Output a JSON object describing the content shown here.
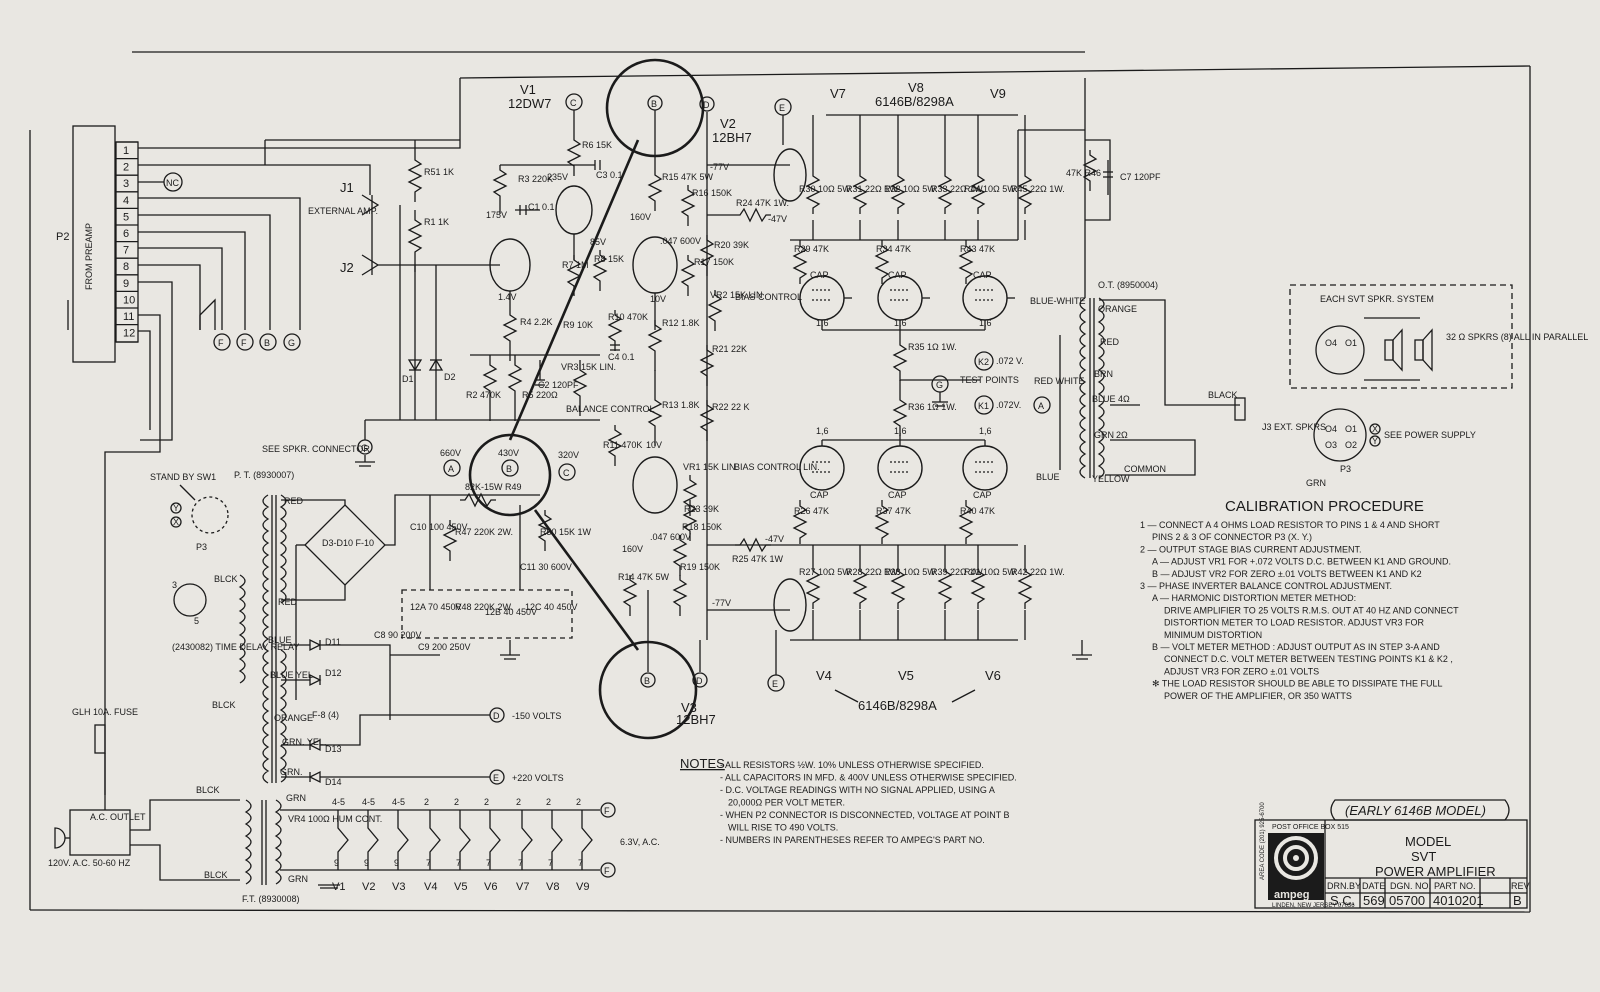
{
  "title_block": {
    "model_label": "MODEL",
    "model_name": "SVT",
    "product": "POWER AMPLIFIER",
    "handwritten_note": "(EARLY 6146B MODEL)",
    "logo_text": "ampeg",
    "box_info": "POST OFFICE BOX 515",
    "area_code": "AREA CODE (201) 925-6700",
    "location": "LINDEN, NEW JERSEY 07036",
    "headers": [
      "DRN.BY",
      "DATE",
      "DGN. NO.",
      "PART NO.",
      "REV."
    ],
    "values": [
      "S.C.",
      "569",
      "05700",
      "4010201",
      "B"
    ]
  },
  "connector": {
    "name": "P2",
    "label": "FROM PREAMP",
    "pins": [
      "1",
      "2",
      "3",
      "4",
      "5",
      "6",
      "7",
      "8",
      "9",
      "10",
      "11",
      "12"
    ],
    "nc": "NC"
  },
  "tubes": {
    "v1": {
      "ref": "V1",
      "type": "12DW7"
    },
    "v2": {
      "ref": "V2",
      "type": "12BH7"
    },
    "v3": {
      "ref": "V3",
      "type": "12BH7"
    },
    "top_group": {
      "refs": [
        "V7",
        "V8",
        "V9"
      ],
      "type": "6146B/8298A"
    },
    "bottom_group": {
      "refs": [
        "V4",
        "V5",
        "V6"
      ],
      "type": "6146B/8298A"
    }
  },
  "nodes": {
    "a": "A",
    "b": "B",
    "c": "C",
    "d": "D",
    "e": "E",
    "f": "F",
    "g": "G",
    "x": "X",
    "y": "Y",
    "k1": "K1",
    "k2": "K2"
  },
  "labels": {
    "j1": "J1",
    "j2": "J2",
    "ext_amp": "EXTERNAL AMP.",
    "r51": "R51 1K",
    "r1": "R1 1K",
    "r3": "R3 220K",
    "r6": "R6 15K",
    "r7": "R7 1M",
    "r8": "R8 15K",
    "r4": "R4 2.2K",
    "r2": "R2 470K",
    "r5": "R5 220Ω",
    "r9": "R9 10K",
    "r10": "R10 470K",
    "r12": "R12 1.8K",
    "r13": "R13 1.8K",
    "r11": "R11 470K",
    "r15": "R15 47K 5W",
    "r16": "R16 150K",
    "r17": "R17 150K",
    "r20": "R20 39K",
    "r21": "R21 22K",
    "r22": "R22 22 K",
    "r18": "R18 150K",
    "r19": "R19 150K",
    "r23": "R23 39K",
    "r14": "R14 47K 5W",
    "r24": "R24 47K 1W.",
    "r25": "R25 47K 1W",
    "r35": "R35 1Ω 1W.",
    "r36": "R36 1Ω 1W.",
    "r46": "47K R46",
    "c7": "C7 120PF",
    "v235": "235V",
    "v175": "175V",
    "v85": "85V",
    "v14": "1.4V",
    "v160": "160V",
    "v10": "10V",
    "v10b": "10V",
    "v160b": "160V",
    "m77a": "-77V",
    "m77b": "-77V",
    "m47a": "-47V",
    "m47b": "-47V",
    "c1": "C1 0.1",
    "c3": "C3 0.1",
    "c5": ".047 600V",
    "c2": "C2 120PF",
    "c4": "C4 0.1",
    "c6": ".047 600V",
    "vr1": "VR1 15K LIN.",
    "vr1_label": "BIAS CONTROL LIN.",
    "vr2": "VR2 15K LIN",
    "vr2_label": "BIAS CONTROL",
    "vr3": "VR3 15K LIN.",
    "vr3_label": "BALANCE CONTROL",
    "screen_top": [
      "R30 10Ω 5W.",
      "R31 22Ω 1W.",
      "R32 10Ω 5W.",
      "R33 22Ω 1W.",
      "R44 10Ω 5W.",
      "R45 22Ω 1W."
    ],
    "screen_bot": [
      "R27 10Ω 5W.",
      "R28 22Ω 1W.",
      "R38 10Ω 5W.",
      "R39 22Ω 1W.",
      "R41 10Ω 5W.",
      "R42 22Ω 1W."
    ],
    "grid_top": [
      "R29 47K",
      "R34 47K",
      "R43 47K"
    ],
    "grid_bot": [
      "R26 47K",
      "R37 47K",
      "R40 47K"
    ],
    "cap": "CAP",
    "pin16": "1,6",
    "test_points": "TEST POINTS",
    "k2v": ".072 V.",
    "k1v": ".072V.",
    "ot": "O.T. (8950004)",
    "ot_taps": [
      "BLUE-WHITE",
      "ORANGE",
      "RED",
      "BRN",
      "BLUE",
      "4Ω",
      "GRN",
      "2Ω",
      "RED WHITE",
      "BLUE",
      "YELLOW",
      "COMMON",
      "BLACK",
      "GRN"
    ],
    "j3": "J3 EXT. SPKRS",
    "p3": "P3",
    "see_power": "SEE POWER SUPPLY",
    "spkr_title": "EACH SVT SPKR. SYSTEM",
    "spkr_detail": "32 Ω SPKRS (8) ALL IN PARALLEL",
    "spkr_pins": [
      "O4",
      "O1",
      "O2",
      "O3"
    ],
    "pt": "P. T. (8930007)",
    "see_spkr": "SEE SPKR. CONNECTOR",
    "standby": "STAND BY SW1",
    "relay": "(2430082) TIME DELAY RELAY",
    "fuse": "GLH 10A. FUSE",
    "ac_outlet": "A.C. OUTLET",
    "mains": "120V. A.C. 50-60 HZ",
    "ft": "F.T. (8930008)",
    "vr4": "VR4 100Ω HUM CONT.",
    "v660": "660V",
    "v430": "430V",
    "v320": "320V",
    "r49": "82K-15W R49",
    "r47": "R47 220K 2W.",
    "r48": "R48 220K 2W.",
    "r50": "R50 15K 1W",
    "c10": "C10 100 450V",
    "c11": "C11 30 600V",
    "c12": "12A 70 450V",
    "c12b": "12B 40 450V",
    "c12c": "12C 40 450V",
    "c8": "C8 90 200V",
    "c9": "C9 200 250V",
    "bridge": "D3-D10 F-10",
    "d1": "D1",
    "d2": "D2",
    "d11": "D11",
    "d12": "D12",
    "d13": "D13",
    "d14": "D14",
    "pt_wires": [
      "RED",
      "RED",
      "BLUE",
      "BLUE YEL.",
      "ORANGE",
      "GRN. YEL.",
      "GRN.",
      "BLCK",
      "BLCK",
      "BLCK",
      "BLCK",
      "GRN",
      "GRN",
      "F-8 (4)"
    ],
    "neg150": "-150 VOLTS",
    "pos220": "+220 VOLTS",
    "heater": "6.3V, A.C.",
    "heater_taps": [
      "4-5",
      "4-5",
      "4-5",
      "2",
      "2",
      "2",
      "2",
      "2",
      "2"
    ],
    "heater_pins": [
      "9",
      "9",
      "9",
      "7",
      "7",
      "7",
      "7",
      "7",
      "7"
    ],
    "heater_tubes": [
      "V1",
      "V2",
      "V3",
      "V4",
      "V5",
      "V6",
      "V7",
      "V8",
      "V9"
    ]
  },
  "calibration": {
    "title": "CALIBRATION PROCEDURE",
    "lines": [
      "1 — CONNECT A 4 OHMS LOAD RESISTOR TO PINS 1 & 4 AND SHORT",
      "PINS 2 & 3 OF CONNECTOR P3 (X. Y.)",
      "2 — OUTPUT STAGE BIAS CURRENT ADJUSTMENT.",
      "A — ADJUST VR1 FOR +.072 VOLTS D.C. BETWEEN K1 AND GROUND.",
      "B — ADJUST VR2 FOR ZERO ±.01 VOLTS BETWEEN K1 AND K2",
      "3 — PHASE INVERTER BALANCE CONTROL ADJUSTMENT.",
      "A — HARMONIC DISTORTION METER METHOD:",
      "DRIVE AMPLIFIER TO 25 VOLTS R.M.S. OUT AT 40 HZ AND CONNECT",
      "DISTORTION METER TO LOAD RESISTOR. ADJUST VR3 FOR",
      "MINIMUM DISTORTION",
      "B — VOLT METER METHOD : ADJUST OUTPUT AS IN STEP 3-A AND",
      "CONNECT D.C. VOLT METER BETWEEN TESTING POINTS K1 & K2 ,",
      "ADJUST VR3 FOR ZERO ±.01 VOLTS",
      "✻ THE LOAD RESISTOR SHOULD BE ABLE TO DISSIPATE THE FULL",
      "POWER OF THE AMPLIFIER, OR 350 WATTS"
    ]
  },
  "notes": {
    "heading": "NOTES",
    "lines": [
      "- ALL RESISTORS ½W. 10% UNLESS OTHERWISE SPECIFIED.",
      "- ALL CAPACITORS IN MFD. & 400V UNLESS OTHERWISE SPECIFIED.",
      "- D.C. VOLTAGE READINGS WITH NO SIGNAL APPLIED, USING A",
      "20,000Ω PER VOLT METER.",
      "- WHEN P2 CONNECTOR IS DISCONNECTED, VOLTAGE AT POINT B",
      "WILL RISE TO 490 VOLTS.",
      "- NUMBERS IN PARENTHESES REFER TO AMPEG'S PART NO."
    ]
  },
  "colors": {
    "paper": "#e9e7e2",
    "ink": "#1b1b1b"
  }
}
